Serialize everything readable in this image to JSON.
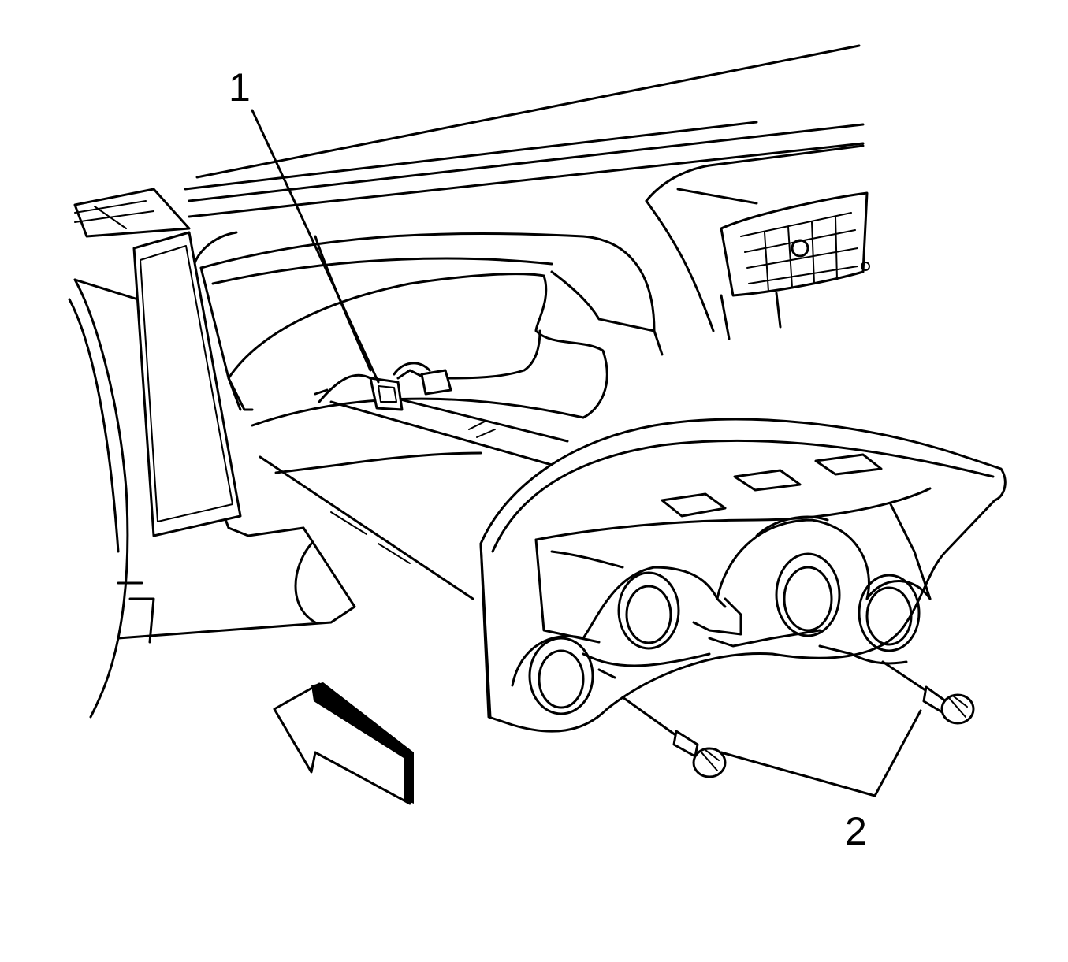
{
  "callouts": [
    {
      "label": "1",
      "target": "electrical-connector"
    },
    {
      "label": "2",
      "target": "cluster-screws"
    }
  ],
  "colors": {
    "line": "#000000",
    "background": "#ffffff"
  },
  "icons": [
    "arrow-icon",
    "screw-icon"
  ]
}
